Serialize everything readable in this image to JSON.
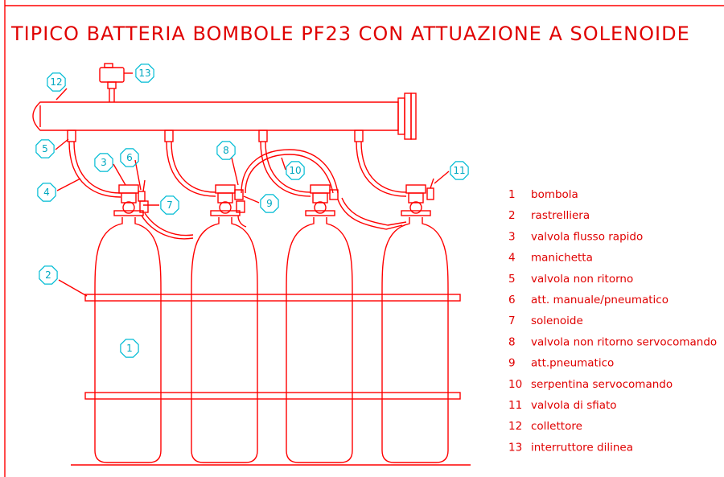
{
  "title": "TIPICO BATTERIA BOMBOLE PF23 CON ATTUAZIONE A SOLENOIDE",
  "legend": [
    {
      "num": "1",
      "label": "bombola"
    },
    {
      "num": "2",
      "label": "rastrelliera"
    },
    {
      "num": "3",
      "label": "valvola flusso rapido"
    },
    {
      "num": "4",
      "label": "manichetta"
    },
    {
      "num": "5",
      "label": "valvola non ritorno"
    },
    {
      "num": "6",
      "label": "att. manuale/pneumatico"
    },
    {
      "num": "7",
      "label": "solenoide"
    },
    {
      "num": "8",
      "label": "valvola non ritorno servocomando"
    },
    {
      "num": "9",
      "label": "att.pneumatico"
    },
    {
      "num": "10",
      "label": "serpentina servocomando"
    },
    {
      "num": "11",
      "label": "valvola di sfiato"
    },
    {
      "num": "12",
      "label": "collettore"
    },
    {
      "num": "13",
      "label": "interruttore dilinea"
    }
  ],
  "callouts": [
    "1",
    "2",
    "3",
    "4",
    "5",
    "6",
    "7",
    "8",
    "9",
    "10",
    "11",
    "12",
    "13"
  ],
  "colors": {
    "drawing": "#ff0000",
    "callout": "#00bcd4"
  }
}
